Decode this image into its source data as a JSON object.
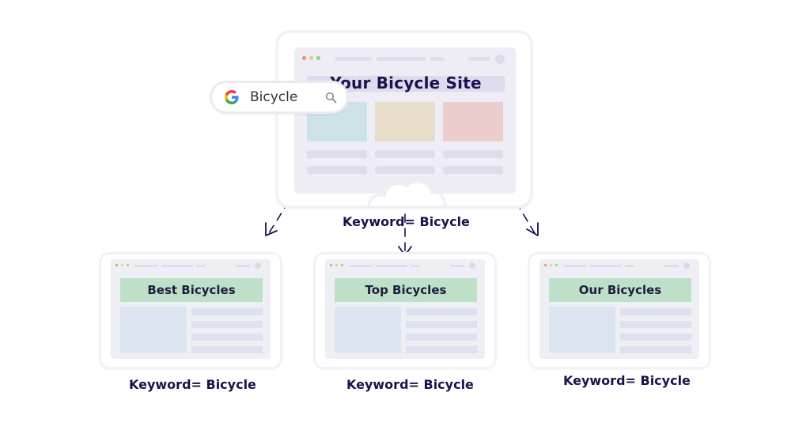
{
  "search": {
    "query": "Bicycle"
  },
  "site": {
    "title": "Your Bicycle Site",
    "keyword": "Keyword= Bicycle"
  },
  "pages": [
    {
      "title": "Best Bicycles",
      "keyword": "Keyword= Bicycle"
    },
    {
      "title": "Top Bicycles",
      "keyword": "Keyword= Bicycle"
    },
    {
      "title": "Our Bicycles",
      "keyword": "Keyword= Bicycle"
    }
  ],
  "icons": {
    "search_engine": "google-g-icon",
    "search": "magnifier-icon",
    "connectors": "dashed-arrow-icon"
  },
  "colors": {
    "text": "#1f0f4d",
    "heading_fill": "#bfe0c8",
    "tile_blue": "#cde2e6",
    "tile_tan": "#e8ddcb",
    "tile_pink": "#ebcdcd"
  }
}
